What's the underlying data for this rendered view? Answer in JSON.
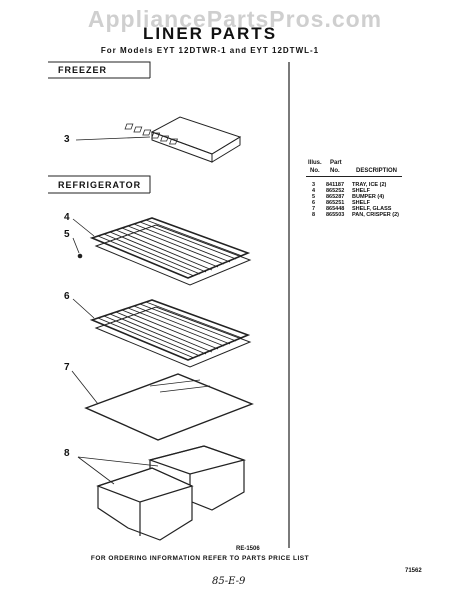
{
  "watermark": "AppliancePartsPros.com",
  "title": "LINER PARTS",
  "models": "For Models EYT 12DTWR-1 and EYT 12DTWL-1",
  "sections": {
    "freezer": "FREEZER",
    "refrigerator": "REFRIGERATOR"
  },
  "callouts": [
    "3",
    "4",
    "5",
    "6",
    "7",
    "8"
  ],
  "parts_table": {
    "header_illus": "Illus.",
    "header_part": "Part",
    "header_no": "No.",
    "header_no2": "No.",
    "header_desc": "DESCRIPTION",
    "rows": [
      {
        "illus": "3",
        "part": "841187",
        "desc": "TRAY, ICE (2)"
      },
      {
        "illus": "4",
        "part": "865252",
        "desc": "SHELF"
      },
      {
        "illus": "5",
        "part": "865287",
        "desc": "BUMPER (4)"
      },
      {
        "illus": "6",
        "part": "865251",
        "desc": "SHELF"
      },
      {
        "illus": "7",
        "part": "865448",
        "desc": "SHELF, GLASS"
      },
      {
        "illus": "8",
        "part": "865503",
        "desc": "PAN, CRISPER (2)"
      }
    ]
  },
  "drawing_code": "RE-1506",
  "footer": "FOR ORDERING INFORMATION REFER TO PARTS PRICE LIST",
  "page_code": "71562",
  "handwritten": "85-E-9"
}
